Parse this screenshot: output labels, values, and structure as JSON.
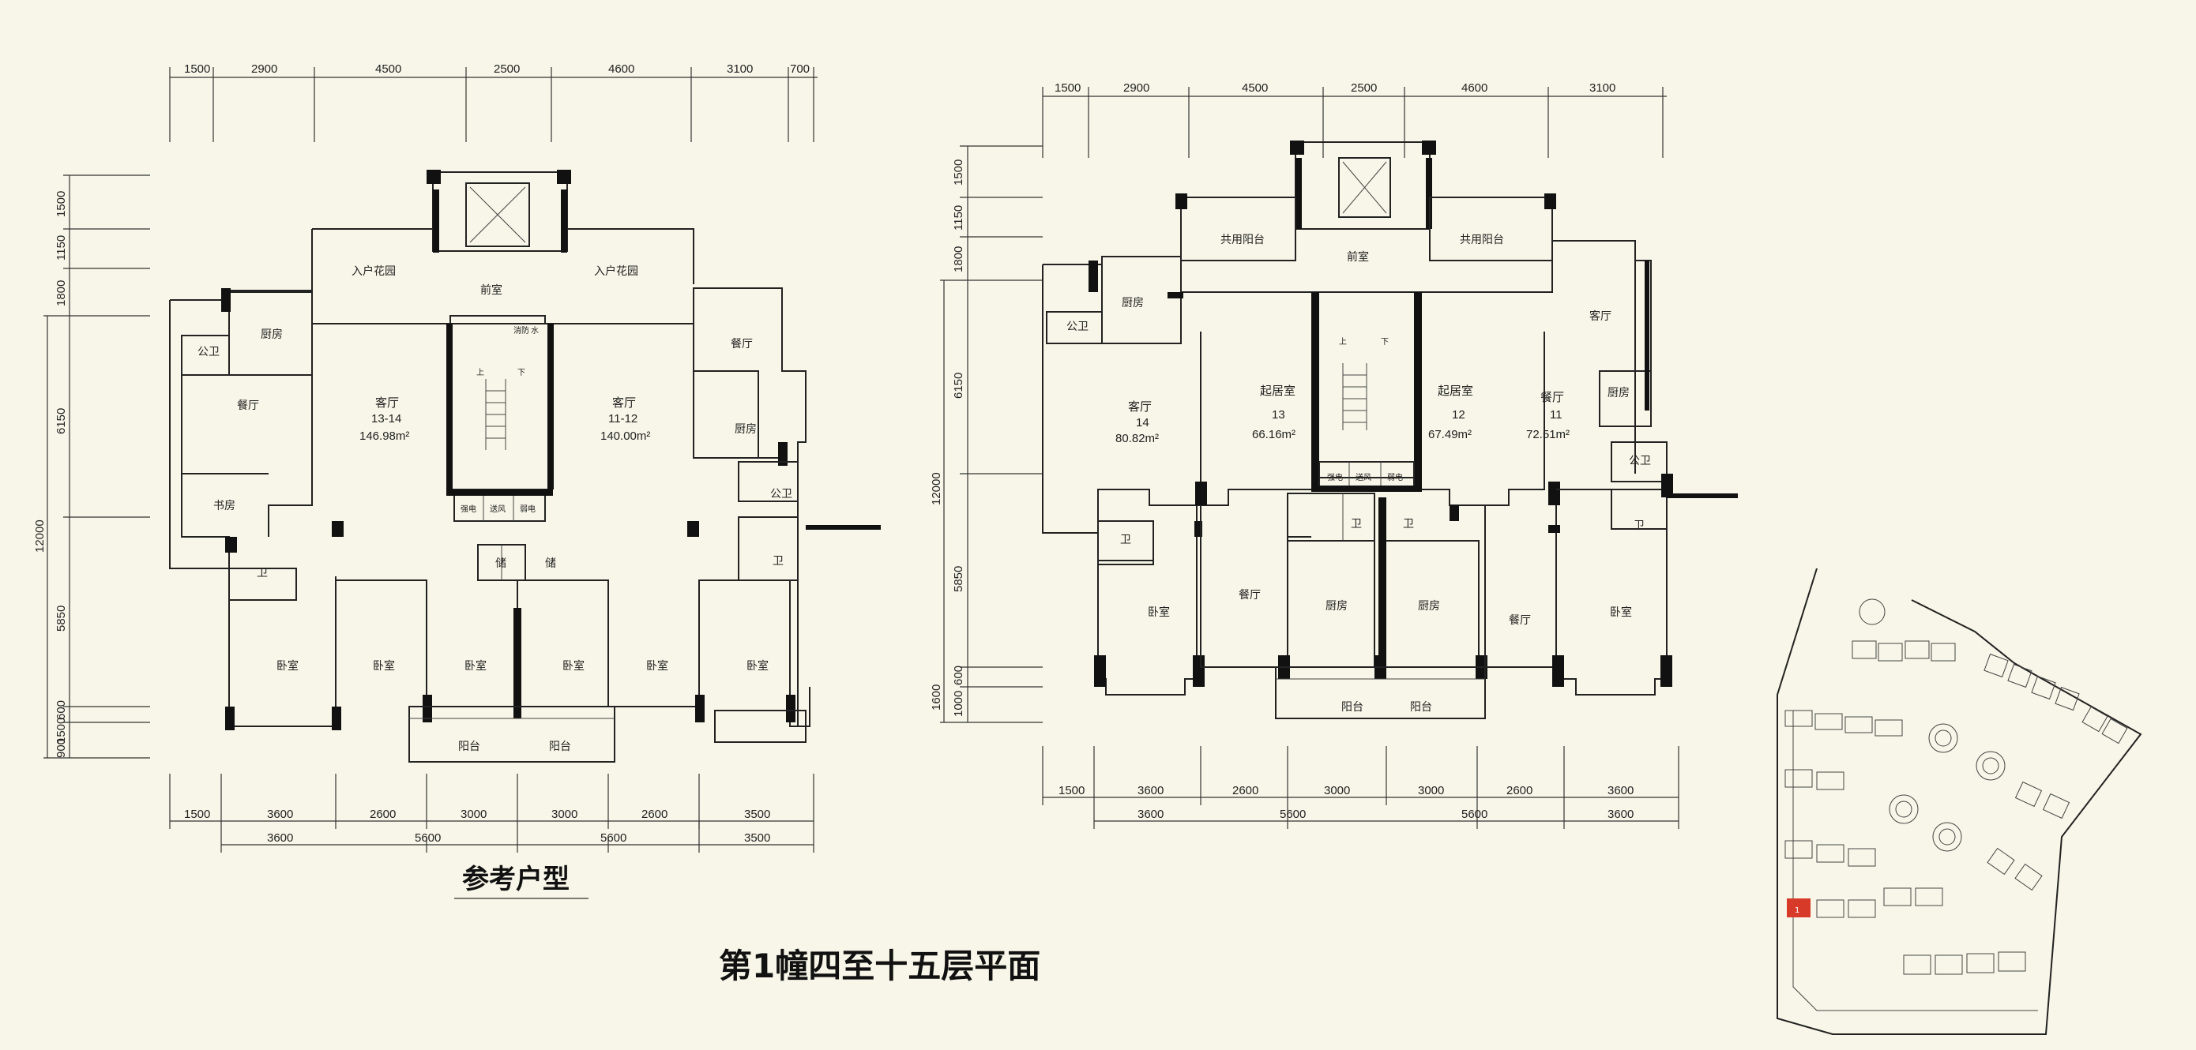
{
  "title": "第1幢四至十五层平面",
  "reference_label": "参考户型",
  "left_plan": {
    "top_dims": [
      "1500",
      "2900",
      "4500",
      "2500",
      "4600",
      "3100",
      "700"
    ],
    "bottom_dims_row1": [
      "1500",
      "3600",
      "2600",
      "3000",
      "3000",
      "2600",
      "3500"
    ],
    "bottom_dims_row2": [
      "3600",
      "5600",
      "5600",
      "3500"
    ],
    "left_dims_outer": [
      "1500",
      "1150",
      "1800",
      "6150",
      "5850",
      "1500",
      "900",
      "600"
    ],
    "left_dim_total": "12000",
    "rooms": {
      "entry_garden_left": "入户花园",
      "entry_garden_right": "入户花园",
      "lobby": "前室",
      "kitchen_left": "厨房",
      "public_wc_left": "公卫",
      "dining_left": "餐厅",
      "study": "书房",
      "wc_left": "卫",
      "living_left": "客厅",
      "living_left_num": "13-14",
      "living_left_area": "146.98m²",
      "living_right": "客厅",
      "living_right_num": "11-12",
      "living_right_area": "140.00m²",
      "dining_right": "餐厅",
      "kitchen_right": "厨房",
      "public_wc_right": "公卫",
      "wc_right": "卫",
      "stair_up": "上",
      "stair_down": "下",
      "shaft_fire": "消防",
      "shaft_water": "水",
      "shaft_strong": "强电",
      "shaft_air": "送风",
      "shaft_weak": "弱电",
      "storage_left": "储",
      "storage_right": "储",
      "bedroom_1": "卧室",
      "bedroom_2": "卧室",
      "bedroom_3": "卧室",
      "bedroom_4": "卧室",
      "bedroom_5": "卧室",
      "bedroom_6": "卧室",
      "balcony_left": "阳台",
      "balcony_right": "阳台"
    }
  },
  "right_plan": {
    "top_dims": [
      "1500",
      "2900",
      "4500",
      "2500",
      "4600",
      "3100"
    ],
    "bottom_dims_row1": [
      "1500",
      "3600",
      "2600",
      "3000",
      "3000",
      "2600",
      "3600"
    ],
    "bottom_dims_row2": [
      "3600",
      "5600",
      "5600",
      "3600"
    ],
    "left_dims_outer": [
      "1500",
      "1150",
      "1800",
      "6150",
      "5850",
      "1000",
      "600",
      "1600"
    ],
    "left_dim_total": "12000",
    "rooms": {
      "shared_balcony_left": "共用阳台",
      "shared_balcony_right": "共用阳台",
      "lobby": "前室",
      "kitchen_left": "厨房",
      "public_wc_left": "公卫",
      "living_14": "客厅",
      "living_14_num": "14",
      "living_14_area": "80.82m²",
      "living_13": "起居室",
      "living_13_num": "13",
      "living_13_area": "66.16m²",
      "living_12": "起居室",
      "living_12_num": "12",
      "living_12_area": "67.49m²",
      "living_11_top": "客厅",
      "dining_11": "餐厅",
      "living_11_num": "11",
      "living_11_area": "72.51m²",
      "kitchen_right_top": "厨房",
      "public_wc_right": "公卫",
      "stair_up": "上",
      "stair_down": "下",
      "shaft_strong": "强电",
      "shaft_air": "送风",
      "shaft_weak": "弱电",
      "wc_a": "卫",
      "wc_b": "卫",
      "wc_c": "卫",
      "wc_d": "卫",
      "bedroom_left": "卧室",
      "dining_left": "餐厅",
      "kitchen_mid_left": "厨房",
      "kitchen_mid_right": "厨房",
      "dining_right": "餐厅",
      "bedroom_right": "卧室",
      "balcony_left": "阳台",
      "balcony_right": "阳台"
    }
  },
  "site_map": {
    "highlight_label": "1",
    "highlight_color": "#d83a2a"
  },
  "colors": {
    "background": "#f8f6e8",
    "ink": "#111111"
  }
}
